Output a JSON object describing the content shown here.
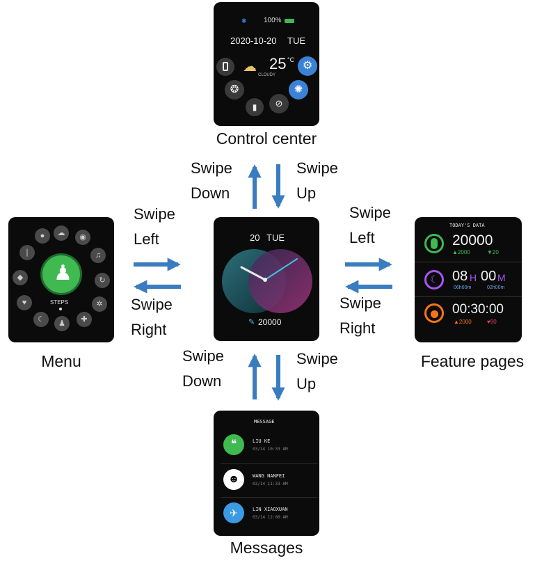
{
  "control_center": {
    "caption": "Control center",
    "battery": "100%",
    "date": "2020-10-20",
    "weekday": "TUE",
    "temperature": "25",
    "temp_unit": "°C",
    "weather": "CLOUDY",
    "accent": "#3b82d6"
  },
  "watch_face": {
    "date": "20",
    "weekday": "TUE",
    "steps": "20000"
  },
  "menu": {
    "caption": "Menu",
    "center_label": "STEPS",
    "accent": "#3fb950"
  },
  "feature": {
    "caption": "Feature pages",
    "header": "TODAY'S DATA",
    "rows": [
      {
        "value": "20000",
        "sub1": "▲2000",
        "sub2": "▼20",
        "color": "#3fb950"
      },
      {
        "value_h": "08",
        "unit_h": "H",
        "value_m": "00",
        "unit_m": "M",
        "sub1": "06h00m",
        "sub2": "02h00m",
        "color": "#a855f7"
      },
      {
        "value": "00:30:00",
        "sub1": "▲2000",
        "sub2": "♥90",
        "color": "#f97316"
      }
    ]
  },
  "messages": {
    "caption": "Messages",
    "header": "MESSAGE",
    "items": [
      {
        "name": "LIU KE",
        "time": "03/14 10:33 AM"
      },
      {
        "name": "WANG NANFEI",
        "time": "03/14 11:33 AM"
      },
      {
        "name": "LIN XIAOXUAN",
        "time": "03/14 12:00 AM"
      }
    ]
  },
  "gestures": {
    "top_left": [
      "Swipe",
      "Down"
    ],
    "top_right": [
      "Swipe",
      "Up"
    ],
    "left_top": [
      "Swipe",
      "Left"
    ],
    "left_bottom": [
      "Swipe",
      "Right"
    ],
    "right_top": [
      "Swipe",
      "Left"
    ],
    "right_bottom": [
      "Swipe",
      "Right"
    ],
    "bottom_left": [
      "Swipe",
      "Down"
    ],
    "bottom_right": [
      "Swipe",
      "Up"
    ]
  },
  "arrow_color": "#3a7cc0"
}
